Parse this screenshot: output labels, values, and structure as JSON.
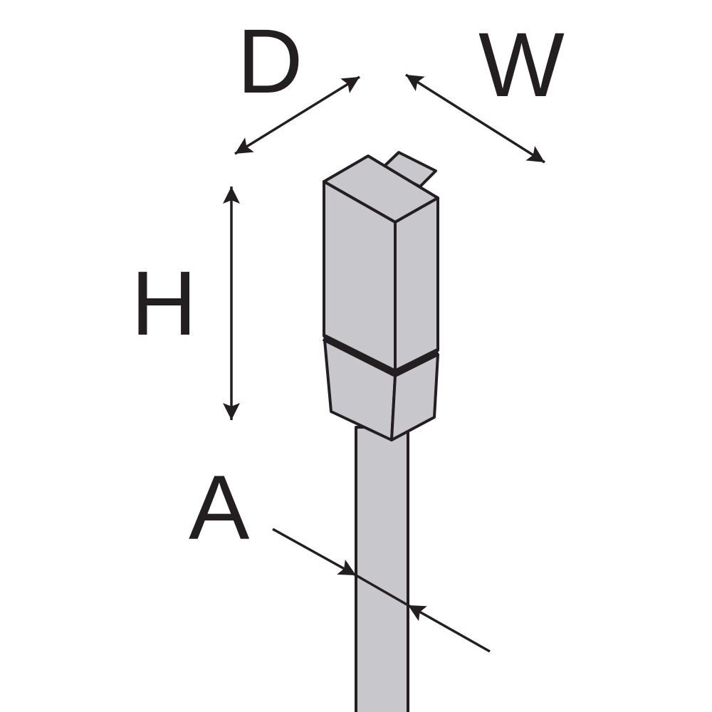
{
  "labels": {
    "depth": "D",
    "width": "W",
    "height": "H",
    "cable_diameter": "A"
  },
  "colors": {
    "fill": "#c8c8cc",
    "stroke": "#231f20"
  }
}
